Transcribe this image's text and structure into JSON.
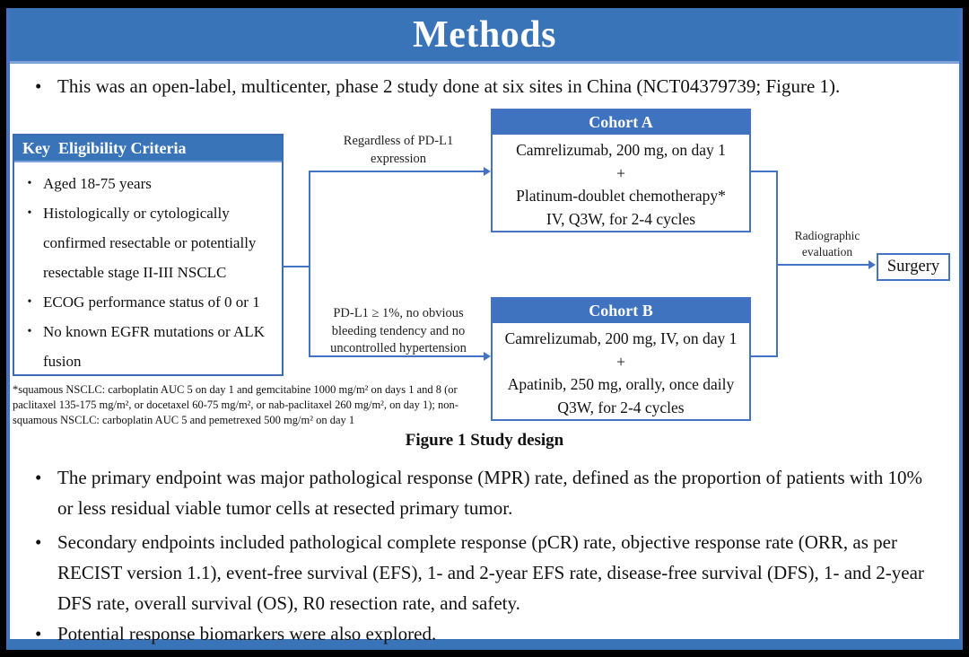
{
  "slide": {
    "title": "Methods",
    "bullet_char": "•"
  },
  "colors": {
    "band": "#3A74B8",
    "box_header": "#3F72BF",
    "line": "#4472C4",
    "border_light": "#7EA2DA",
    "frame": "#000000",
    "paper": "#FFFFFF",
    "text": "#111111"
  },
  "bullets": {
    "intro": "This was an open-label, multicenter, phase 2 study done at six sites in China (NCT04379739; Figure 1).",
    "primary": "The primary endpoint was major pathological response (MPR) rate, defined as the proportion of patients with 10% or less residual viable tumor cells at resected primary tumor.",
    "secondary": "Secondary endpoints included pathological complete response (pCR) rate, objective response rate (ORR, as per RECIST version 1.1), event-free survival (EFS), 1- and 2-year EFS rate, disease-free survival (DFS), 1- and 2-year DFS rate, overall survival (OS), R0 resection rate, and safety.",
    "biomarkers": "Potential response biomarkers were also explored."
  },
  "figure": {
    "caption": "Figure 1 Study design",
    "eligibility": {
      "title": "Key  Eligibility Criteria",
      "items": [
        "Aged 18-75 years",
        "Histologically or cytologically confirmed resectable or potentially resectable stage II-III  NSCLC",
        "ECOG performance status of 0 or 1",
        "No known EGFR mutations or ALK fusion"
      ]
    },
    "cohort_a": {
      "title": "Cohort A",
      "lines": [
        "Camrelizumab, 200 mg, on day 1",
        "+",
        "Platinum-doublet chemotherapy*",
        "IV, Q3W, for 2-4 cycles"
      ]
    },
    "cohort_b": {
      "title": "Cohort B",
      "lines": [
        "Camrelizumab, 200 mg, IV, on day 1",
        "+",
        "Apatinib, 250 mg, orally, once daily",
        "Q3W, for 2-4 cycles"
      ]
    },
    "arrow_labels": {
      "top": "Regardless  of PD-L1\nexpression",
      "bottom": "PD-L1 ≥ 1%, no obvious\nbleeding tendency and no\nuncontrolled hypertension",
      "right": "Radiographic\nevaluation"
    },
    "surgery_label": "Surgery",
    "footnote": "*squamous NSCLC: carboplatin AUC 5 on day 1 and gemcitabine 1000 mg/m² on days 1 and 8 (or paclitaxel 135-175 mg/m², or docetaxel 60-75 mg/m², or nab-paclitaxel 260 mg/m², on day 1); non-squamous NSCLC: carboplatin AUC 5 and pemetrexed 500 mg/m² on day 1"
  }
}
